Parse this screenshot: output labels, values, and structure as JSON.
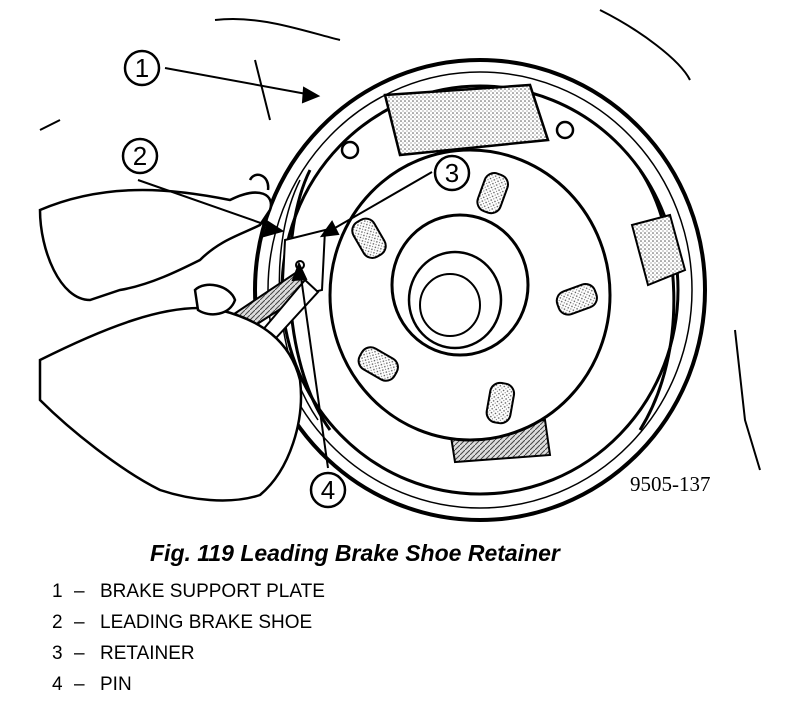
{
  "figure": {
    "part_code": "9505-137",
    "callouts": [
      "1",
      "2",
      "3",
      "4"
    ]
  },
  "caption": "Fig. 119 Leading Brake Shoe Retainer",
  "legend": [
    {
      "num": "1",
      "dash": "–",
      "label": "BRAKE SUPPORT PLATE"
    },
    {
      "num": "2",
      "dash": "–",
      "label": "LEADING BRAKE SHOE"
    },
    {
      "num": "3",
      "dash": "–",
      "label": "RETAINER"
    },
    {
      "num": "4",
      "dash": "–",
      "label": "PIN"
    }
  ]
}
